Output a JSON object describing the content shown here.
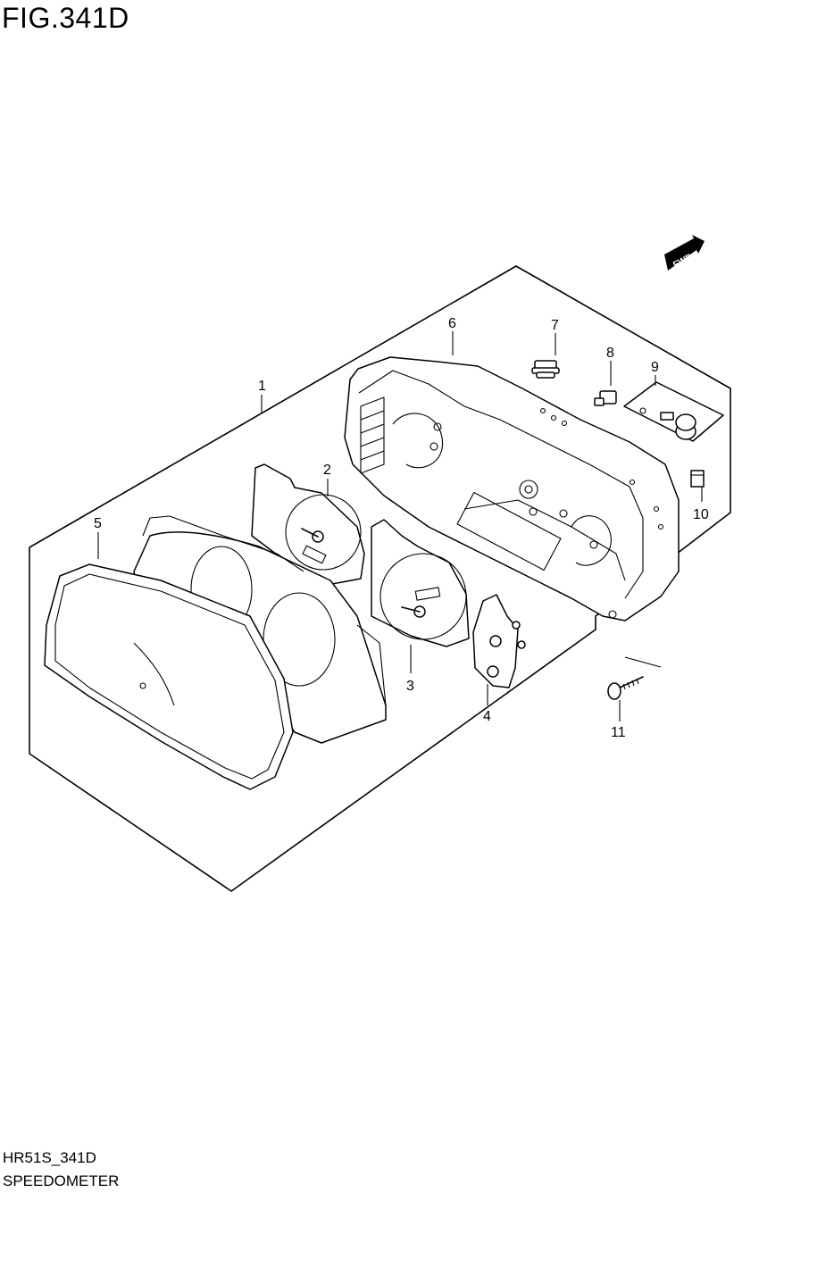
{
  "header": {
    "figure_id": "FIG.341D"
  },
  "footer": {
    "model_code": "HR51S_341D",
    "title": "SPEEDOMETER"
  },
  "orientation_marker": {
    "label": "FWD",
    "icon": "fwd-arrow-icon"
  },
  "callouts": {
    "c1": "1",
    "c2": "2",
    "c3": "3",
    "c4": "4",
    "c5": "5",
    "c6": "6",
    "c7": "7",
    "c8": "8",
    "c9": "9",
    "c10": "10",
    "c11": "11"
  }
}
